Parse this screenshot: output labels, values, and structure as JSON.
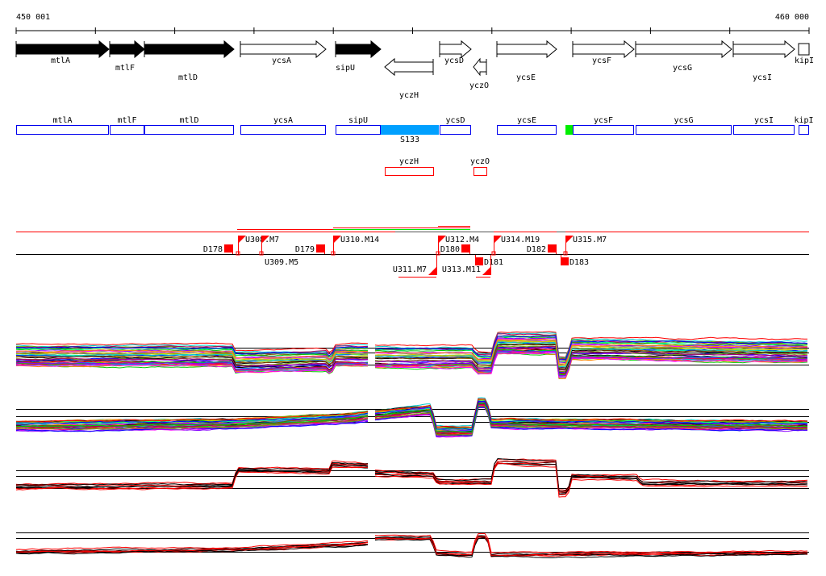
{
  "ruler": {
    "start_label": "450 001",
    "end_label": "460 000"
  },
  "genes": [
    {
      "name": "mtlA",
      "strand": "+",
      "filled": true
    },
    {
      "name": "mtlF",
      "strand": "+",
      "filled": true
    },
    {
      "name": "mtlD",
      "strand": "+",
      "filled": true
    },
    {
      "name": "ycsA",
      "strand": "+",
      "filled": false
    },
    {
      "name": "sipU",
      "strand": "+",
      "filled": true
    },
    {
      "name": "yczH",
      "strand": "-",
      "filled": false
    },
    {
      "name": "ycsD",
      "strand": "+",
      "filled": false
    },
    {
      "name": "yczO",
      "strand": "-",
      "filled": false
    },
    {
      "name": "ycsE",
      "strand": "+",
      "filled": false
    },
    {
      "name": "ycsF",
      "strand": "+",
      "filled": false
    },
    {
      "name": "ycsG",
      "strand": "+",
      "filled": false
    },
    {
      "name": "ycsI",
      "strand": "+",
      "filled": false
    },
    {
      "name": "kipI",
      "strand": "+",
      "filled": false
    }
  ],
  "annotation_boxes": [
    {
      "name": "mtlA"
    },
    {
      "name": "mtlF"
    },
    {
      "name": "mtlD"
    },
    {
      "name": "ycsA"
    },
    {
      "name": "sipU"
    },
    {
      "name": "ycsD"
    },
    {
      "name": "ycsE"
    },
    {
      "name": "ycsF"
    },
    {
      "name": "ycsG"
    },
    {
      "name": "ycsI"
    },
    {
      "name": "kipI"
    }
  ],
  "highlight_region": {
    "name": "S133",
    "color": "#00a0ff"
  },
  "green_marker_color": "#00ee00",
  "antisense_boxes": [
    {
      "name": "yczH"
    },
    {
      "name": "yczO"
    }
  ],
  "upstream_flags": [
    {
      "label": "U308.M7"
    },
    {
      "label": "U309.M5"
    },
    {
      "label": "U310.M14"
    },
    {
      "label": "U312.M4"
    },
    {
      "label": "U314.M19"
    },
    {
      "label": "U315.M7"
    }
  ],
  "downstream_flags": [
    {
      "label": "D178"
    },
    {
      "label": "D179"
    },
    {
      "label": "D180"
    },
    {
      "label": "D182"
    }
  ],
  "lower_downstream_flags": [
    {
      "label": "D181"
    },
    {
      "label": "D183"
    }
  ],
  "lower_upstream_flags": [
    {
      "label": "U311.M7"
    },
    {
      "label": "U313.M11"
    }
  ],
  "colors": {
    "gene_box": "#0000ee",
    "antisense_box": "#ff0000",
    "flag": "#ff0000",
    "palette": [
      "#ff0000",
      "#00cc00",
      "#0000ff",
      "#ff00ff",
      "#00cccc",
      "#cccc00",
      "#ff8800",
      "#8800ff",
      "#000000",
      "#888888",
      "#00ff88",
      "#ff0088",
      "#0088ff",
      "#884400",
      "#66aa00",
      "#aa0066"
    ]
  }
}
